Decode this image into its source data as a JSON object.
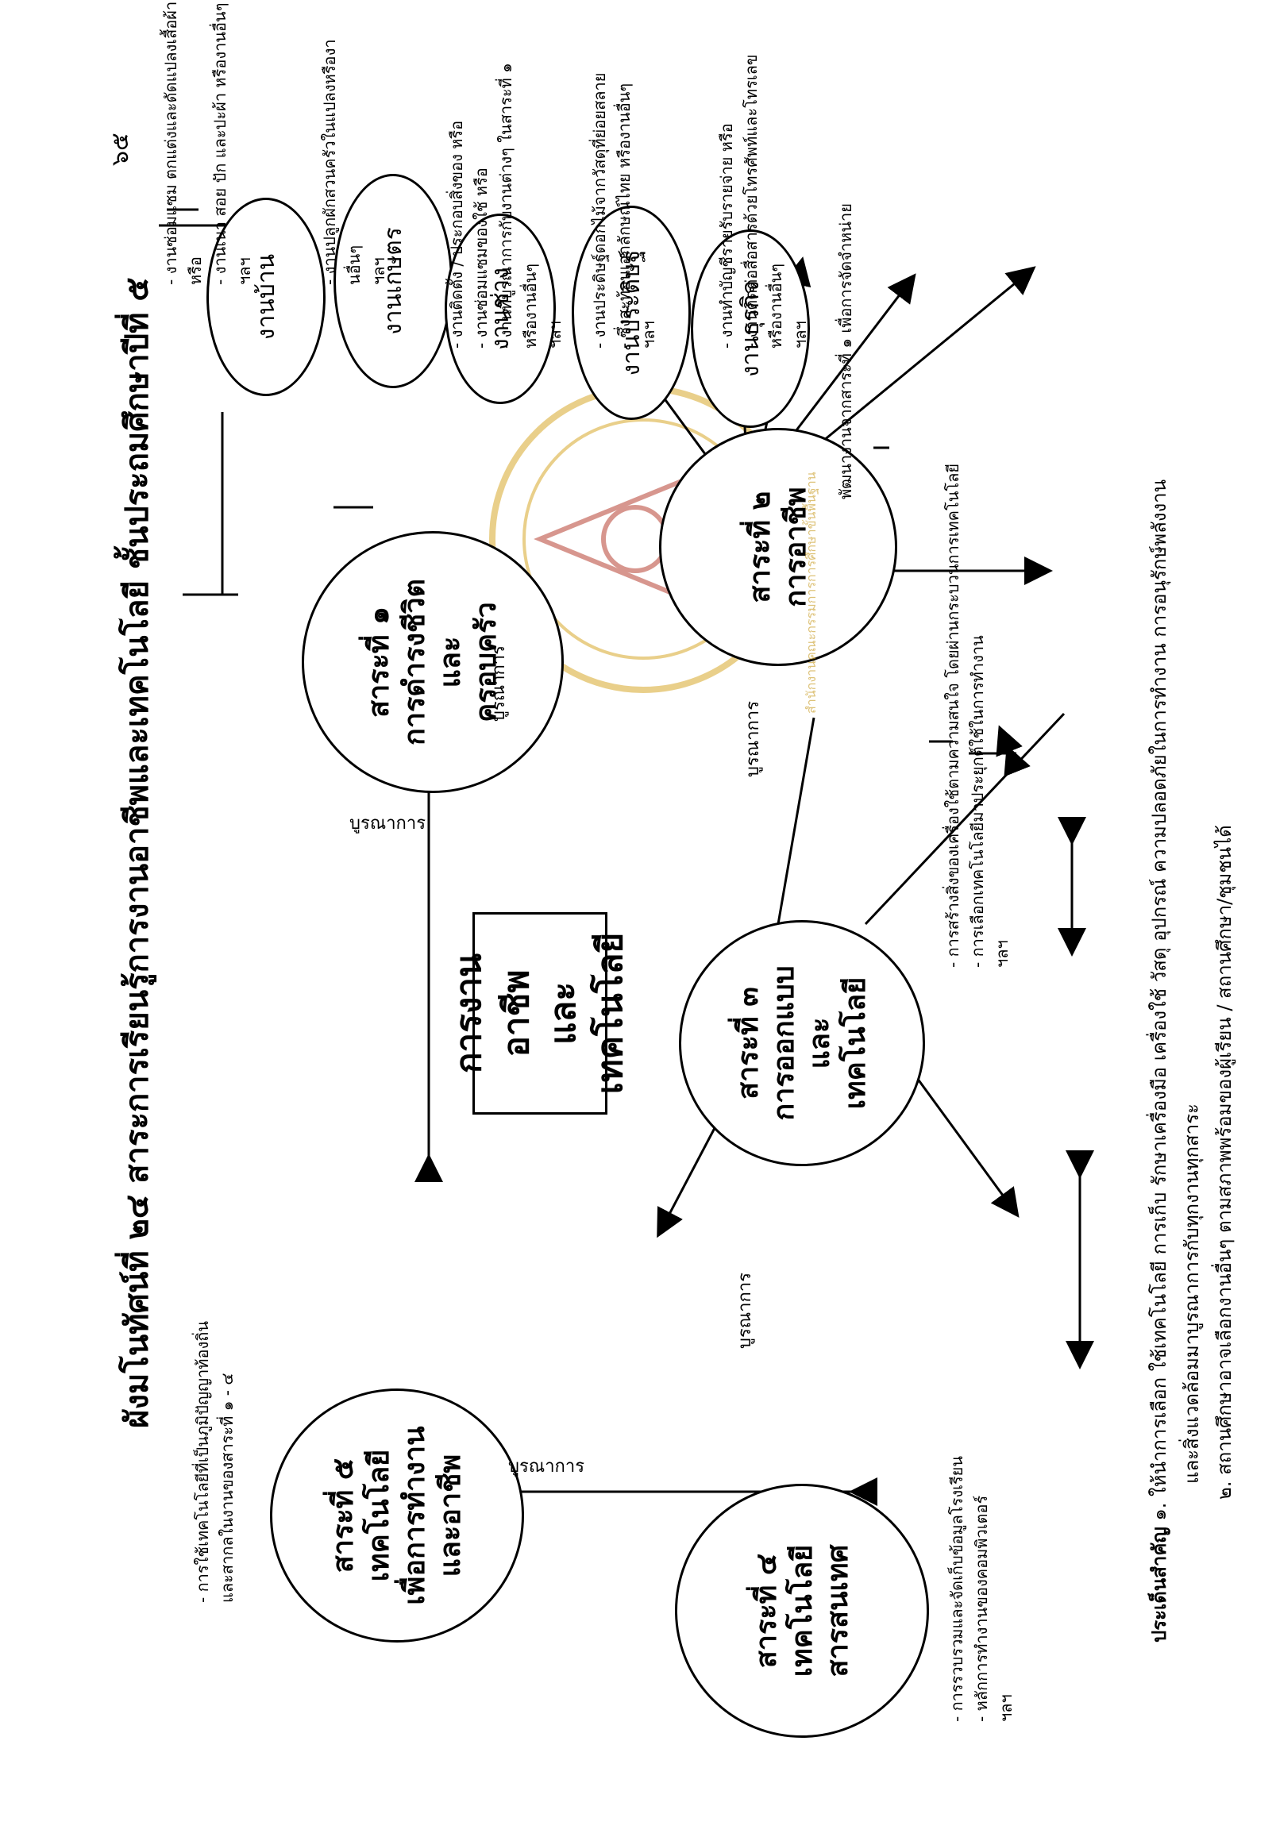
{
  "page_number": "๖๕",
  "title": "ผังมโนทัศน์ที่ ๒๔ สาระการเรียนรู้การงานอาชีพและเทคโนโลยี ชั้นประถมศึกษาปีที่ ๕",
  "center": "การงานอาชีพ\nและเทคโนโลยี",
  "integration_label": "บูรณาการ",
  "strands": {
    "s1": "สาระที่ ๑\nการดำรงชีวิต\nและ\nครอบครัว",
    "s2": "สาระที่ ๒\nการอาชีพ",
    "s3": "สาระที่ ๓\nการออกแบบ\nและ\nเทคโนโลยี",
    "s4": "สาระที่ ๔\nเทคโนโลยี\nสารสนเทศ",
    "s5": "สาระที่ ๕\nเทคโนโลยี\nเพื่อการทำงาน\nและอาชีพ"
  },
  "works": [
    {
      "label": "งานบ้าน",
      "note": "- งานซ่อมแซม ตกแต่งและดัดแปลงเสื้อผ้า หรือ\n- งานเนา สอย ปัก และปะผ้า หรืองานอื่นๆ\nฯลฯ"
    },
    {
      "label": "งานเกษตร",
      "note": "- งานปลูกผักสวนครัวในแปลงหรืองานอื่นๆ\nฯลฯ"
    },
    {
      "label": "งานช่าง",
      "note": "- งานติดตั้ง / ประกอบสิ่งของ หรือ\n- งานซ่อมแซมของใช้ หรือ\n- งานที่บูรณาการกับงานต่างๆ ในสาระที่ ๑\n  หรืองานอื่นๆ\nฯลฯ"
    },
    {
      "label": "งานประดิษฐ์",
      "note": "- งานประดิษฐ์ดอกไม้จากวัสดุที่ย่อยสลาย\n- ซึ่งสะท้อนเอกลักษณ์ไทย หรืองานอื่นๆ\nฯลฯ"
    },
    {
      "label": "งานธุรกิจ",
      "note": "- งานทำบัญชีรายรับรายจ่าย หรือ\n- งานติดต่อสื่อสารด้วยโทรศัพท์และโทรเลข\n  หรืองานอื่นๆ\nฯลฯ"
    }
  ],
  "notes": {
    "s2_develop": "พัฒนางานจากสาระที่ ๑ เพื่อการจัดจำหน่าย",
    "s2_below": "- การสร้างสิ่งของเครื่องใช้ตามความสนใจ โดยผ่านกระบวนการเทคโนโลยี\n- การเลือกเทคโนโลยีมาประยุกต์ใช้ในการทำงาน\nฯลฯ",
    "s4": "- การรวบรวมและจัดเก็บข้อมูลโรงเรียน\n- หลักการทำงานของคอมพิวเตอร์\nฯลฯ",
    "s5": "- การใช้เทคโนโลยีที่เป็นภูมิปัญญาท้องถิ่น\n  และสากลในงานของสาระที่ ๑ - ๔"
  },
  "footnote": {
    "label": "ประเด็นสำคัญ",
    "item1": "๑. ให้นำการเลือก ใช้เทคโนโลยี การเก็บ รักษาเครื่องมือ เครื่องใช้ วัสดุ อุปกรณ์ ความปลอดภัยในการทำงาน การอนุรักษ์พลังงาน",
    "item1b": "และสิ่งแวดล้อมมาบูรณาการกับทุกงานทุกสาระ",
    "item2": "๒. สถานศึกษาอาจเลือกงานอื่นๆ ตามสภาพพร้อมของผู้เรียน / สถานศึกษา/ชุมชนได้"
  },
  "watermark_text": "สำนักงานคณะกรรมการการศึกษาขั้นพื้นฐาน",
  "colors": {
    "line": "#000000",
    "watermark": "#d4a017",
    "watermark_red": "#b03020"
  }
}
